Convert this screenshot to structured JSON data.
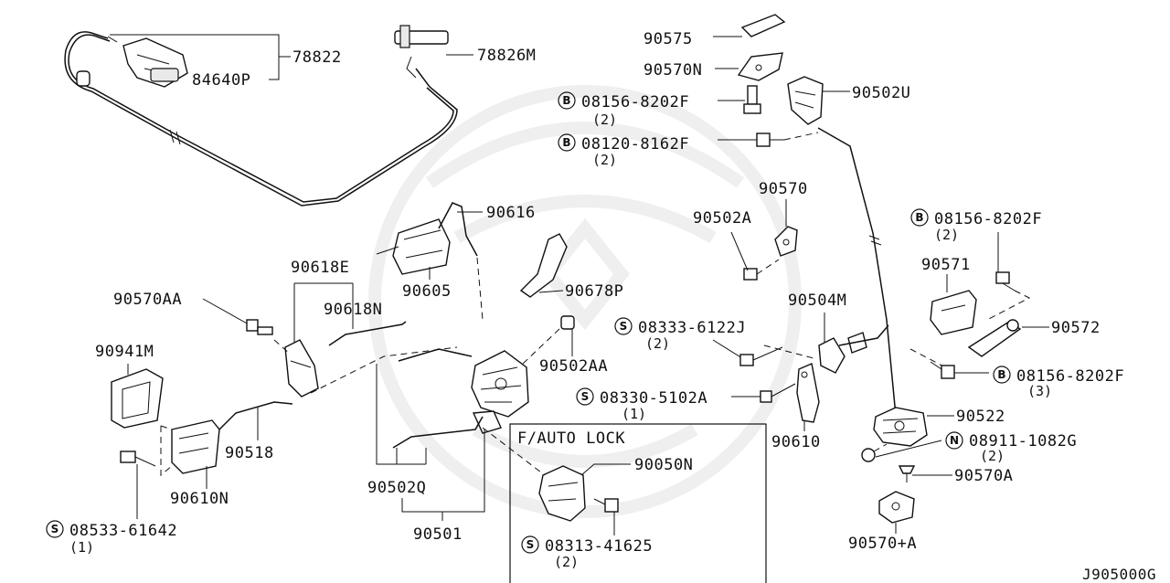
{
  "diagram_id": "J905000G",
  "inset_title": "F/AUTO LOCK",
  "labels": {
    "p78822": "78822",
    "p84640P": "84640P",
    "p78826M": "78826M",
    "p90575": "90575",
    "p90570N": "90570N",
    "p08156_8202F_a": "08156-8202F",
    "q08156_a": "(2)",
    "p90502U": "90502U",
    "p08120_8162F": "08120-8162F",
    "q08120": "(2)",
    "p90616": "90616",
    "p90570": "90570",
    "p90502A": "90502A",
    "p08156_8202F_b": "08156-8202F",
    "q08156_b": "(2)",
    "p90618E": "90618E",
    "p90605": "90605",
    "p90678P": "90678P",
    "p90571": "90571",
    "p90570AA": "90570AA",
    "p90618N": "90618N",
    "p90504M": "90504M",
    "p08333_6122J": "08333-6122J",
    "q08333": "(2)",
    "p90572": "90572",
    "p90941M": "90941M",
    "p90502AA": "90502AA",
    "p08156_8202F_c": "08156-8202F",
    "q08156_c": "(3)",
    "p08330_5102A": "08330-5102A",
    "q08330": "(1)",
    "p90522": "90522",
    "p90518": "90518",
    "p90610": "90610",
    "p08911_1082G": "08911-1082G",
    "q08911": "(2)",
    "p90050N": "90050N",
    "p90570A": "90570A",
    "p90610N": "90610N",
    "p90502Q": "90502Q",
    "p08533_61642": "08533-61642",
    "q08533": "(1)",
    "p90501": "90501",
    "p08313_41625": "08313-41625",
    "q08313": "(2)",
    "p90570plusA": "90570+A"
  },
  "prefix_symbols": {
    "bolt": "B",
    "screw": "S",
    "nut": "N"
  }
}
